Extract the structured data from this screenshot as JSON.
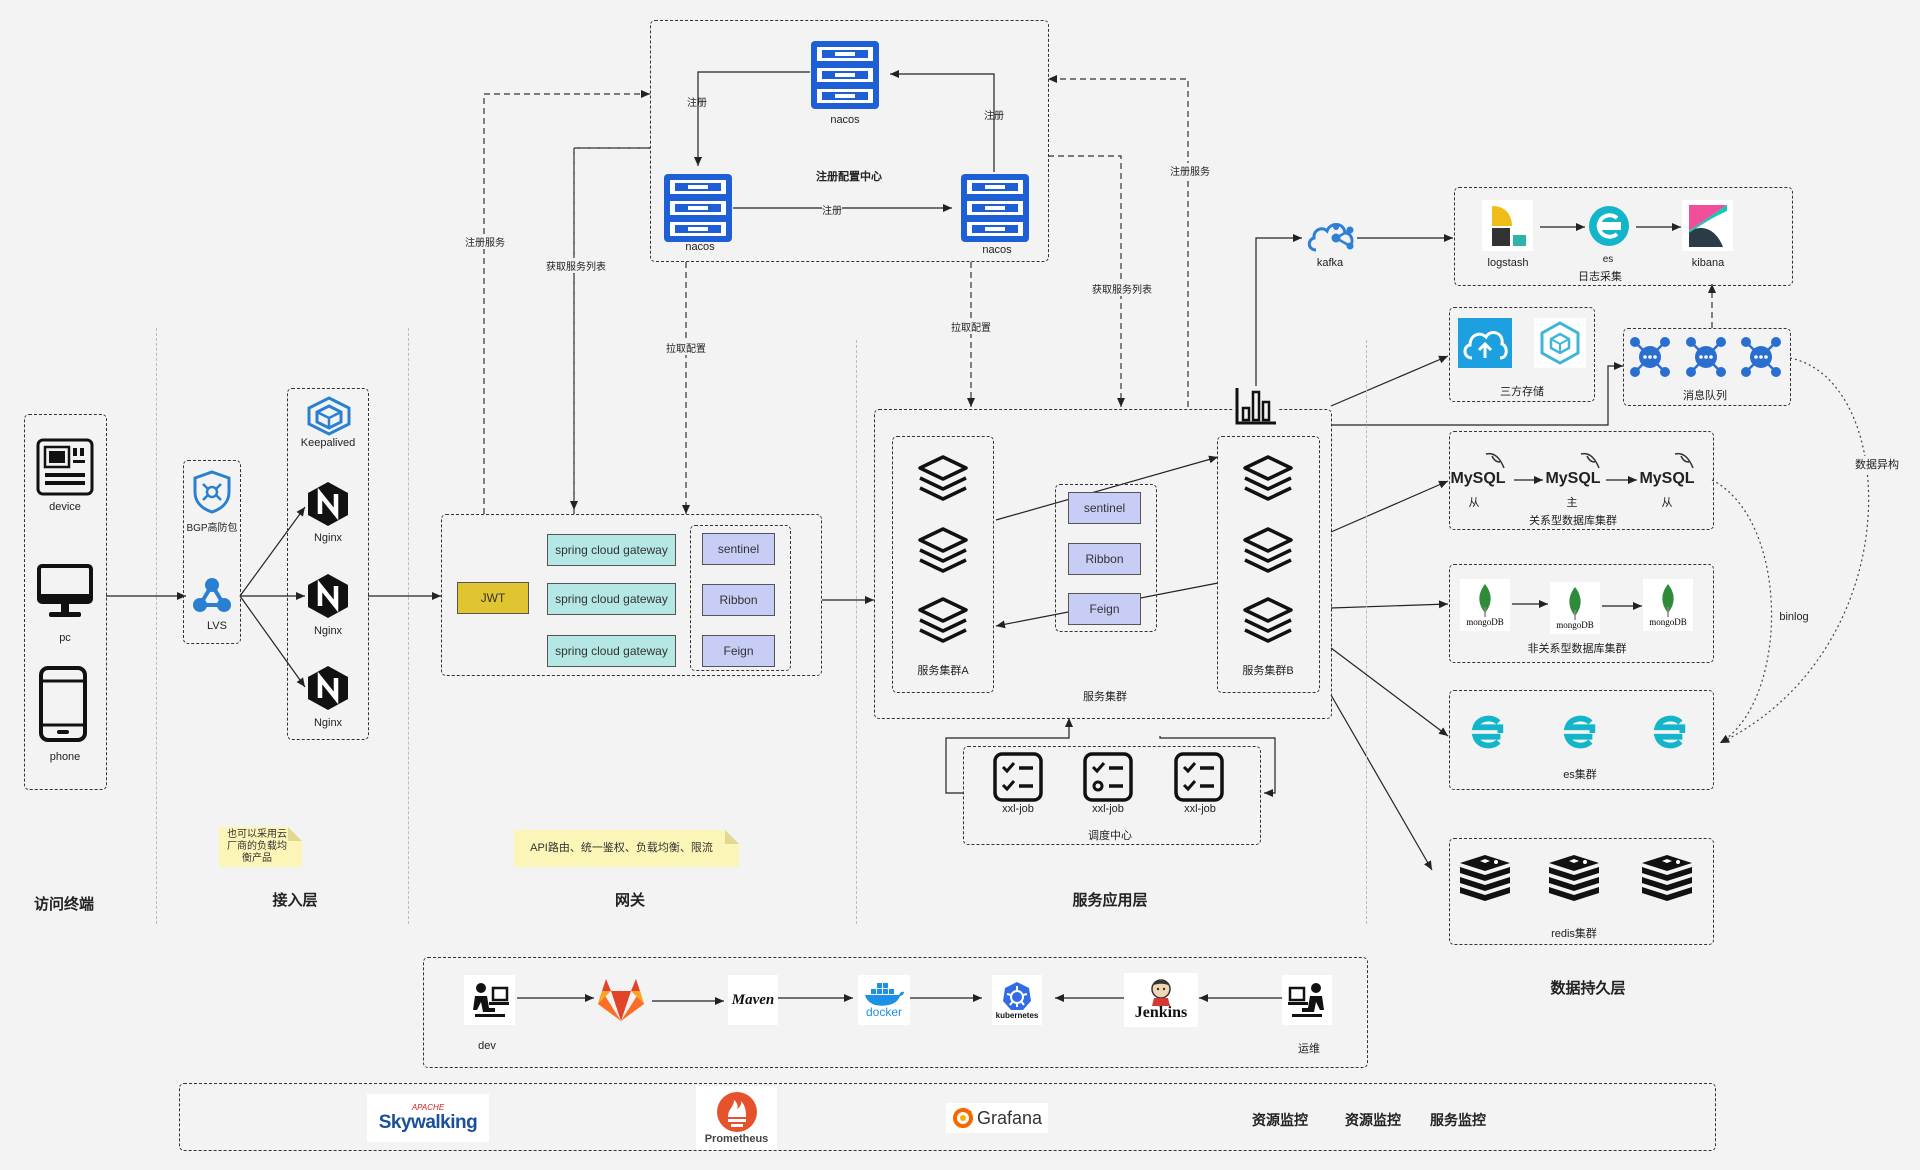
{
  "layers": {
    "access": "访问终端",
    "entry": "接入层",
    "gateway": "网关",
    "service": "服务应用层",
    "persistence": "数据持久层"
  },
  "clients": {
    "device": "device",
    "pc": "pc",
    "phone": "phone"
  },
  "entry": {
    "bgp": "BGP高防包",
    "lvs": "LVS",
    "keepalived": "Keepalived",
    "nginx": "Nginx",
    "note": "也可以采用云厂商的负载均衡产品"
  },
  "registry": {
    "title": "注册配置中心",
    "nacos": "nacos",
    "register": "注册",
    "register_service": "注册服务",
    "fetch_list": "获取服务列表",
    "pull_config": "拉取配置"
  },
  "gateway": {
    "jwt": "JWT",
    "scg": "spring cloud gateway",
    "sentinel": "sentinel",
    "ribbon": "Ribbon",
    "feign": "Feign",
    "note": "API路由、统一鉴权、负载均衡、限流"
  },
  "service": {
    "cluster_a": "服务集群A",
    "cluster_b": "服务集群B",
    "cluster": "服务集群",
    "sentinel": "sentinel",
    "ribbon": "Ribbon",
    "feign": "Feign",
    "xxl_job": "xxl-job",
    "schedule": "调度中心"
  },
  "data": {
    "kafka": "kafka",
    "logstash": "logstash",
    "es": "es",
    "log_collect": "日志采集",
    "kibana": "kibana",
    "third_storage": "三方存储",
    "mq": "消息队列",
    "mysql": "MySQL",
    "slave": "从",
    "master": "主",
    "rdb_cluster": "关系型数据库集群",
    "mongodb": "mongoDB",
    "nosql_cluster": "非关系型数据库集群",
    "es_cluster": "es集群",
    "redis_cluster": "redis集群",
    "async": "数据异构",
    "binlog": "binlog"
  },
  "cicd": {
    "dev": "dev",
    "ops": "运维",
    "maven": "Maven",
    "docker": "docker",
    "kubernetes": "kubernetes",
    "jenkins": "Jenkins"
  },
  "monitor": {
    "apache": "APACHE",
    "skywalking": "Skywalking",
    "prometheus": "Prometheus",
    "grafana": "Grafana",
    "res1": "资源监控",
    "res2": "资源监控",
    "svc": "服务监控"
  },
  "colors": {
    "nacos": "#1f5fd6",
    "gw": "#b5e7e4",
    "purple": "#c8cdf6",
    "jwt": "#e1c530",
    "note": "#fbf5b8",
    "es": "#12b5c9",
    "mongo": "#2e8b3a",
    "kafka": "#2f7fd6"
  }
}
